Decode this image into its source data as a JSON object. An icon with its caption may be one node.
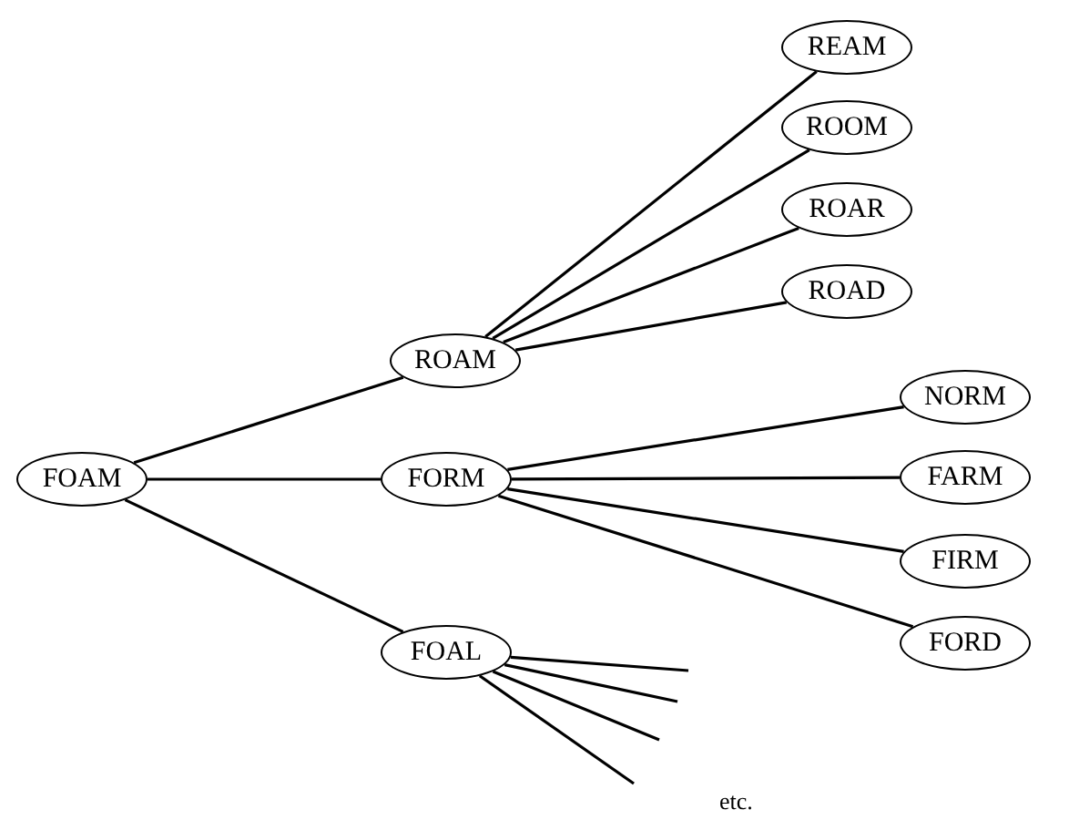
{
  "diagram": {
    "nodes": [
      {
        "text": [
          "FOAM"
        ]
      },
      {
        "text": [
          "ROAM"
        ]
      },
      {
        "text": [
          "FORM"
        ]
      },
      {
        "text": [
          "FOAL"
        ]
      },
      {
        "text": [
          "REAM"
        ]
      },
      {
        "text": [
          "ROOM"
        ]
      },
      {
        "text": [
          "ROAR"
        ]
      },
      {
        "text": [
          "ROAD"
        ]
      },
      {
        "text": [
          "NORM"
        ]
      },
      {
        "text": [
          "FARM"
        ]
      },
      {
        "text": [
          "FIRM"
        ]
      },
      {
        "text": [
          "FORD"
        ]
      }
    ],
    "edges": [
      {
        "from": 0,
        "to": 1,
        "arrow": "none"
      },
      {
        "from": 0,
        "to": 2,
        "arrow": "none"
      },
      {
        "from": 0,
        "to": 3,
        "arrow": "none"
      },
      {
        "from": 1,
        "to": 4,
        "arrow": "none"
      },
      {
        "from": 1,
        "to": 5,
        "arrow": "none"
      },
      {
        "from": 1,
        "to": 6,
        "arrow": "none"
      },
      {
        "from": 1,
        "to": 7,
        "arrow": "none"
      },
      {
        "from": 2,
        "to": 8,
        "arrow": "none"
      },
      {
        "from": 2,
        "to": 9,
        "arrow": "none"
      },
      {
        "from": 2,
        "to": 10,
        "arrow": "none"
      },
      {
        "from": 2,
        "to": 11,
        "arrow": "none"
      },
      {
        "from": 3,
        "to": null,
        "arrow": "none"
      },
      {
        "from": 3,
        "to": null,
        "arrow": "none"
      },
      {
        "from": 3,
        "to": null,
        "arrow": "none"
      },
      {
        "from": 3,
        "to": null,
        "arrow": "none"
      }
    ],
    "labels": [
      "etc."
    ]
  }
}
